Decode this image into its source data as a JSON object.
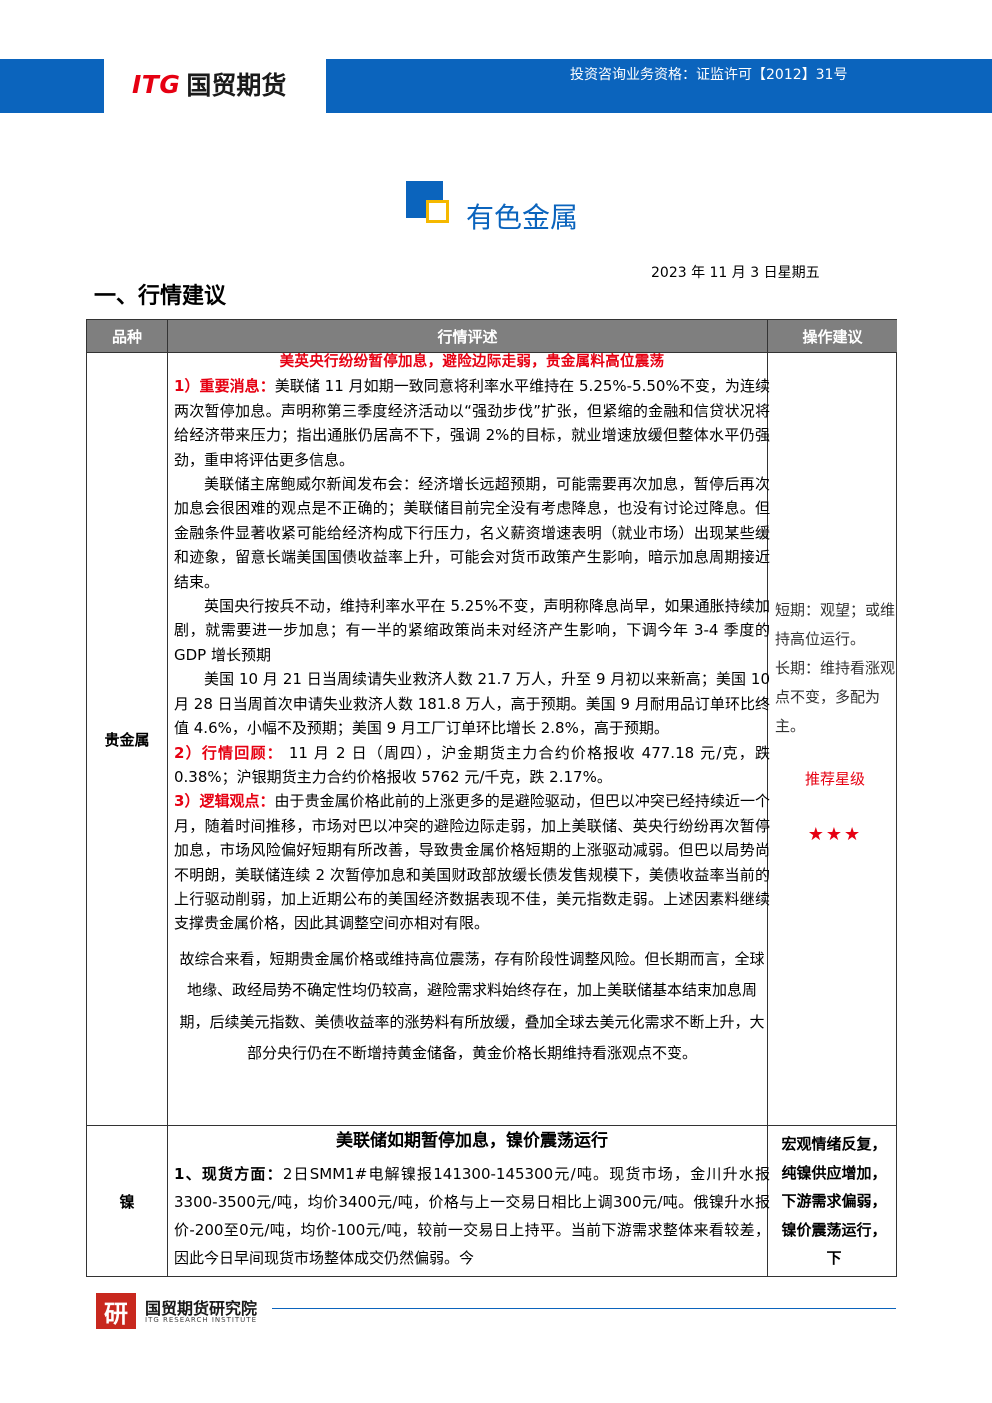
{
  "header": {
    "logo_itg": "ITG",
    "logo_cn": "国贸期货",
    "license": "投资咨询业务资格：证监许可【2012】31号"
  },
  "section": {
    "title": "有色金属"
  },
  "date": "2023 年 11 月 3 日星期五",
  "heading": "一、行情建议",
  "table": {
    "headers": [
      "品种",
      "行情评述",
      "操作建议"
    ],
    "row1": {
      "category": "贵金属",
      "title": "美英央行纷纷暂停加息，避险边际走弱，贵金属料高位震荡",
      "p1_label": "1）重要消息：",
      "p1_text": "美联储 11 月如期一致同意将利率水平维持在 5.25%-5.50%不变，为连续两次暂停加息。声明称第三季度经济活动以“强劲步伐”扩张，但紧缩的金融和信贷状况将给经济带来压力；指出通胀仍居高不下，强调 2%的目标，就业增速放缓但整体水平仍强劲，重申将评估更多信息。",
      "p2": "美联储主席鲍威尔新闻发布会：经济增长远超预期，可能需要再次加息，暂停后再次加息会很困难的观点是不正确的；美联储目前完全没有考虑降息，也没有讨论过降息。但金融条件显著收紧可能给经济构成下行压力，名义薪资增速表明（就业市场）出现某些缓和迹象，留意长端美国国债收益率上升，可能会对货币政策产生影响，暗示加息周期接近结束。",
      "p3": "英国央行按兵不动，维持利率水平在 5.25%不变，声明称降息尚早，如果通胀持续加剧，就需要进一步加息；有一半的紧缩政策尚未对经济产生影响，下调今年 3-4 季度的 GDP 增长预期",
      "p4": "美国 10 月 21 日当周续请失业救济人数 21.7 万人，升至 9 月初以来新高；美国 10 月 28 日当周首次申请失业救济人数 181.8 万人，高于预期。美国 9 月耐用品订单环比终值 4.6%，小幅不及预期；美国 9 月工厂订单环比增长 2.8%，高于预期。",
      "p5_label": "2）行情回顾：",
      "p5_text": " 11 月 2 日（周四），沪金期货主力合约价格报收 477.18 元/克，跌 0.38%；沪银期货主力合约价格报收 5762 元/千克，跌 2.17%。",
      "p6_label": "3）逻辑观点：",
      "p6_text": "由于贵金属价格此前的上涨更多的是避险驱动，但巴以冲突已经持续近一个月，随着时间推移，市场对巴以冲突的避险边际走弱，加上美联储、英央行纷纷再次暂停加息，市场风险偏好短期有所改善，导致贵金属价格短期的上涨驱动减弱。但巴以局势尚不明朗，美联储连续 2 次暂停加息和美国财政部放缓长债发售规模下，美债收益率当前的上行驱动削弱，加上近期公布的美国经济数据表现不佳，美元指数走弱。上述因素料继续支撑贵金属价格，因此其调整空间亦相对有限。",
      "p7": "故综合来看，短期贵金属价格或维持高位震荡，存有阶段性调整风险。但长期而言，全球地缘、政经局势不确定性均仍较高，避险需求料始终存在，加上美联储基本结束加息周期，后续美元指数、美债收益率的涨势料有所放缓，叠加全球去美元化需求不断上升，大部分央行仍在不断增持黄金储备，黄金价格长期维持看涨观点不变。",
      "ops_short": "短期：观望；或维持高位运行。",
      "ops_long": "长期：维持看涨观点不变，多配为主。",
      "rec_label": "推荐星级",
      "stars": "★★★"
    },
    "row2": {
      "category": "镍",
      "title": "美联储如期暂停加息，镍价震荡运行",
      "p1_label": "1、现货方面：",
      "p1_text": "2日SMM1#电解镍报141300-145300元/吨。现货市场，金川升水报3300-3500元/吨，均价3400元/吨，价格与上一交易日相比上调300元/吨。俄镍升水报价-200至0元/吨，均价-100元/吨，较前一交易日上持平。当前下游需求整体来看较差，因此今日早间现货市场整体成交仍然偏弱。今",
      "ops": "宏观情绪反复，纯镍供应增加，下游需求偏弱，镍价震荡运行，下"
    }
  },
  "footer": {
    "logo_char": "研",
    "name": "国贸期货研究院",
    "sub": "ITG RESEARCH INSTITUTE"
  }
}
